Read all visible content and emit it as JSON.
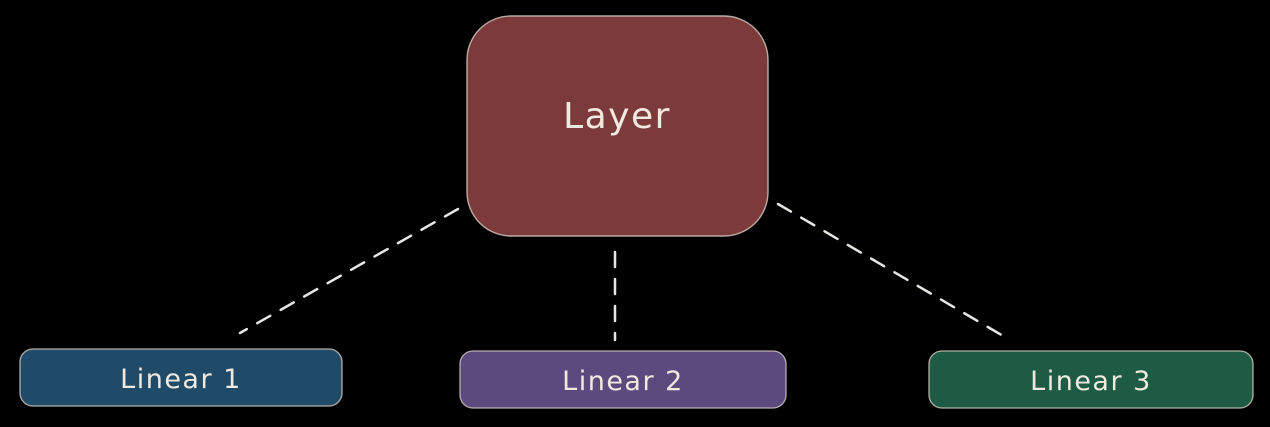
{
  "canvas": {
    "background": "#000000"
  },
  "nodes": {
    "layer": {
      "label": "Layer",
      "fill": "#7c3a3a",
      "stroke": "#cfc5bb",
      "text_color": "#efe9df"
    },
    "linear1": {
      "label": "Linear 1",
      "fill": "#1f4a68",
      "stroke": "#cfc5bb",
      "text_color": "#efe9df"
    },
    "linear2": {
      "label": "Linear 2",
      "fill": "#5b4a7e",
      "stroke": "#cfc5bb",
      "text_color": "#efe9df"
    },
    "linear3": {
      "label": "Linear 3",
      "fill": "#1e5b44",
      "stroke": "#cfc5bb",
      "text_color": "#efe9df"
    }
  },
  "connectors": {
    "style": "dashed",
    "color": "#e8e6e3"
  }
}
